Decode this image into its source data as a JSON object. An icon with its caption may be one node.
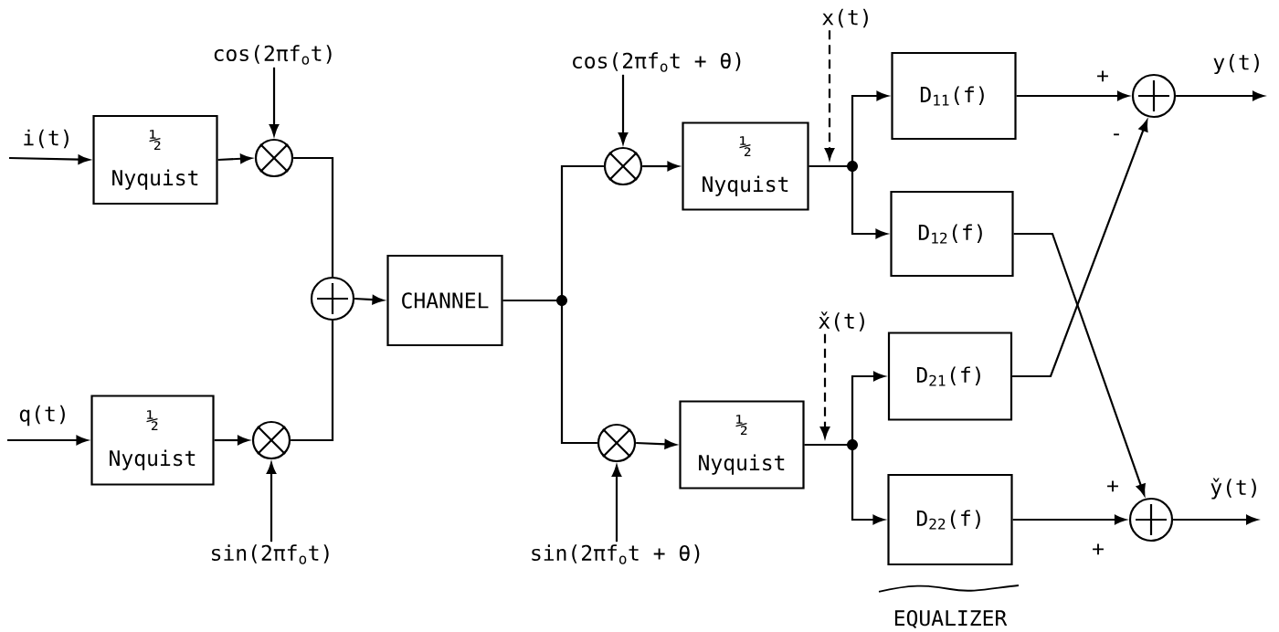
{
  "diagram": {
    "nodes": [
      {
        "text": [
          "½",
          "Nyquist"
        ]
      },
      {
        "text": [],
        "shape": "circle"
      },
      {
        "text": [
          "cos(2πf$_{o}$t)"
        ]
      },
      {
        "text": [
          "½",
          "Nyquist"
        ]
      },
      {
        "text": [],
        "shape": "circle"
      },
      {
        "text": [
          "sin(2πf$_{o}$t)"
        ]
      },
      {
        "text": [],
        "shape": "circle"
      },
      {
        "text": [
          "CHANNEL"
        ]
      },
      {
        "text": [],
        "shape": "circle"
      },
      {
        "text": [
          "cos(2πf$_{o}$t + θ)"
        ]
      },
      {
        "text": [
          "½",
          "Nyquist"
        ]
      },
      {
        "text": [],
        "shape": "circle"
      },
      {
        "text": [
          "sin(2πf$_{o}$t + θ)"
        ]
      },
      {
        "text": [
          "½",
          "Nyquist"
        ]
      },
      {
        "text": [
          "D$_{11}$(f)"
        ]
      },
      {
        "text": [
          "D$_{12}$(f)"
        ]
      },
      {
        "text": [
          "D$_{21}$(f)"
        ]
      },
      {
        "text": [
          "D$_{22}$(f)"
        ]
      },
      {
        "text": [],
        "shape": "circle"
      },
      {
        "text": [],
        "shape": "circle"
      },
      {
        "text": [
          "x(t)"
        ]
      },
      {
        "text": [
          "x̌(t)"
        ]
      }
    ],
    "edges": [
      {
        "from": null,
        "to": 0,
        "arrow": "to",
        "label": "i(t)"
      },
      {
        "from": 0,
        "to": 1,
        "arrow": "to"
      },
      {
        "from": 2,
        "to": 1,
        "arrow": "to"
      },
      {
        "from": 1,
        "to": 6,
        "arrow": "none"
      },
      {
        "from": null,
        "to": 3,
        "arrow": "to",
        "label": "q(t)"
      },
      {
        "from": 3,
        "to": 4,
        "arrow": "to"
      },
      {
        "from": 5,
        "to": 4,
        "arrow": "to"
      },
      {
        "from": 4,
        "to": 6,
        "arrow": "none"
      },
      {
        "from": 6,
        "to": 7,
        "arrow": "to"
      },
      {
        "from": 7,
        "to": 8,
        "arrow": "none"
      },
      {
        "from": 7,
        "to": 11,
        "arrow": "none"
      },
      {
        "from": 9,
        "to": 8,
        "arrow": "to"
      },
      {
        "from": 8,
        "to": 10,
        "arrow": "to"
      },
      {
        "from": 12,
        "to": 11,
        "arrow": "to"
      },
      {
        "from": 11,
        "to": 13,
        "arrow": "to"
      },
      {
        "from": 10,
        "to": 14,
        "arrow": "to"
      },
      {
        "from": 10,
        "to": 15,
        "arrow": "to"
      },
      {
        "from": 13,
        "to": 16,
        "arrow": "to"
      },
      {
        "from": 13,
        "to": 17,
        "arrow": "to"
      },
      {
        "from": 14,
        "to": 18,
        "arrow": "to",
        "label": "+"
      },
      {
        "from": 16,
        "to": 18,
        "arrow": "to",
        "label": "-"
      },
      {
        "from": 15,
        "to": 19,
        "arrow": "to",
        "label": "+"
      },
      {
        "from": 17,
        "to": 19,
        "arrow": "to",
        "label": "+"
      },
      {
        "from": 18,
        "to": null,
        "arrow": "to",
        "label": "y(t)"
      },
      {
        "from": 19,
        "to": null,
        "arrow": "to",
        "label": "y̌(t)"
      },
      {
        "from": 20,
        "to": null,
        "arrow": "to",
        "style": "dashed"
      },
      {
        "from": 21,
        "to": null,
        "arrow": "to",
        "style": "dashed"
      }
    ],
    "labels": [
      "EQUALIZER"
    ]
  }
}
